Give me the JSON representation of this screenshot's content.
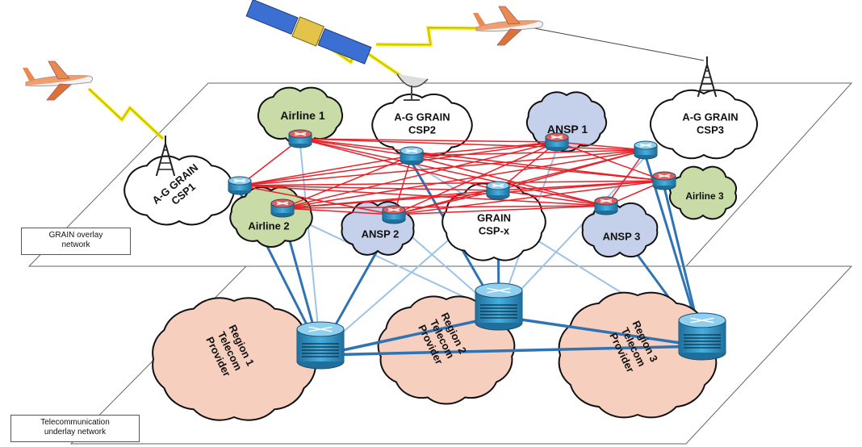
{
  "layers": {
    "overlay": {
      "line1": "GRAIN overlay",
      "line2": "network"
    },
    "underlay": {
      "line1": "Telecommunication",
      "line2": "underlay network"
    }
  },
  "clouds": {
    "airline1": {
      "lines": [
        "Airline 1"
      ],
      "fill": "#c9dba6"
    },
    "airline2": {
      "lines": [
        "Airline 2"
      ],
      "fill": "#c9dba6"
    },
    "airline3": {
      "lines": [
        "Airline 3"
      ],
      "fill": "#c9dba6"
    },
    "ansp1": {
      "lines": [
        "ANSP 1"
      ],
      "fill": "#c5d0ea"
    },
    "ansp2": {
      "lines": [
        "ANSP 2"
      ],
      "fill": "#c5d0ea"
    },
    "ansp3": {
      "lines": [
        "ANSP 3"
      ],
      "fill": "#c5d0ea"
    },
    "csp1": {
      "lines": [
        "A-G GRAIN",
        "CSP1"
      ],
      "fill": "#ffffff"
    },
    "csp2": {
      "lines": [
        "A-G GRAIN",
        "CSP2"
      ],
      "fill": "#ffffff"
    },
    "csp3": {
      "lines": [
        "A-G GRAIN",
        "CSP3"
      ],
      "fill": "#ffffff"
    },
    "cspx": {
      "lines": [
        "GRAIN",
        "CSP-x"
      ],
      "fill": "#ffffff"
    },
    "region1": {
      "lines": [
        "Region 1",
        "Telecom",
        "Provider"
      ],
      "fill": "#f7cfbe"
    },
    "region2": {
      "lines": [
        "Region 2",
        "Telecom",
        "Provider"
      ],
      "fill": "#f7cfbe"
    },
    "region3": {
      "lines": [
        "Region 3",
        "Telecom",
        "Provider"
      ],
      "fill": "#f7cfbe"
    }
  },
  "colors": {
    "overlay_link": "#e8212a",
    "underlay_link": "#2e74b5",
    "underlay_link_light": "#9dc3e6",
    "router_body": "#3a9fd4",
    "router_top": "#8fd0f0",
    "overlay_router_top": "#e35d5d",
    "radio_link": "#f2e600",
    "aircraft": "#f07a3a"
  },
  "icons": [
    "aircraft-icon",
    "satellite-icon",
    "satellite-dish-icon",
    "radio-tower-icon",
    "router-icon"
  ]
}
